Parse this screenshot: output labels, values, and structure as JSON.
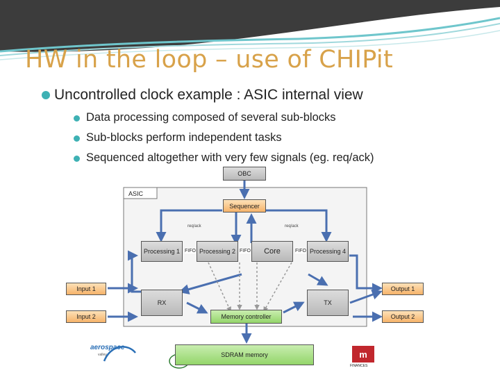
{
  "slide": {
    "title": "HW in the loop – use of CHIPit",
    "bullet": "Uncontrolled clock example : ASIC internal view",
    "sub_bullets": [
      "Data processing composed of several sub-blocks",
      "Sub-blocks perform independent tasks",
      "Sequenced altogether with very few signals (eg. req/ack)"
    ]
  },
  "diagram": {
    "asic_label": "ASIC",
    "obc": "OBC",
    "sequencer": "Sequencer",
    "req_ack_left": "req/ack",
    "req_ack_right": "req/ack",
    "processing_1": "Processing 1",
    "processing_2": "Processing 2",
    "core": "Core",
    "processing_4": "Processing 4",
    "fifo_1": "FIFO",
    "fifo_2": "FIFO",
    "fifo_3": "FIFO",
    "input_1": "Input 1",
    "input_2": "Input 2",
    "rx": "RX",
    "tx": "TX",
    "memory_controller": "Memory controller",
    "output_1": "Output 1",
    "output_2": "Output 2",
    "sdram": "SDRAM memory"
  },
  "logos": {
    "aerospace": "aerospace",
    "aerospace_sub": "valley",
    "right_mark": "m",
    "right_sub": "FINANCES"
  },
  "colors": {
    "title": "#d8a24a",
    "bullet_dot": "#3eb1b4",
    "arrow_blue": "#4a6fb0",
    "banner_dark": "#3c3c3c"
  }
}
